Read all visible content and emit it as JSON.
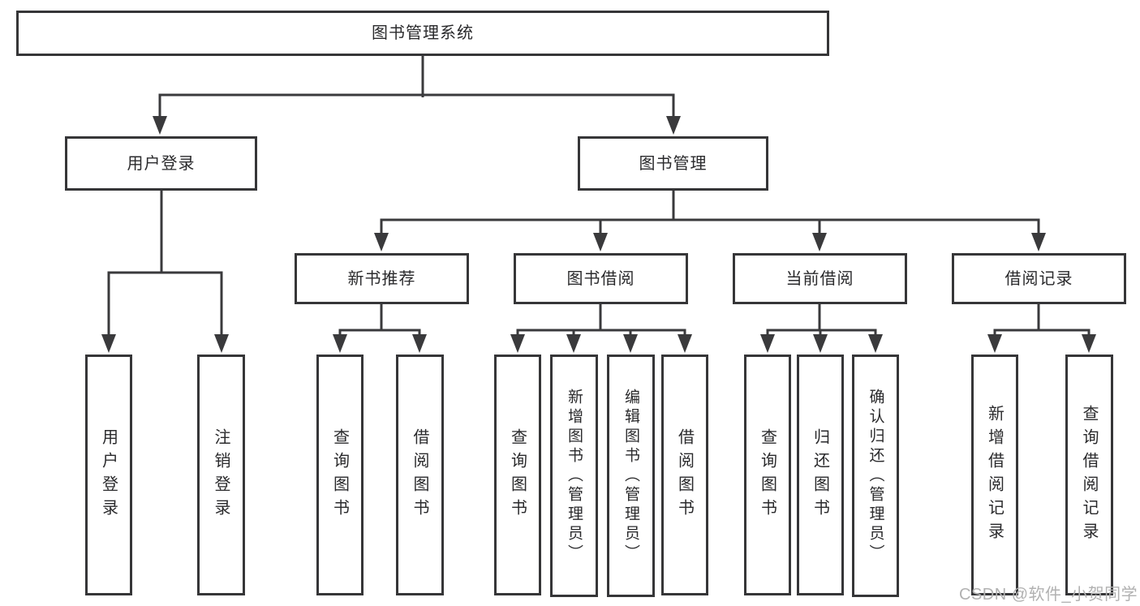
{
  "diagram": {
    "root": {
      "label": "图书管理系统"
    },
    "level2": [
      {
        "label": "用户登录"
      },
      {
        "label": "图书管理"
      }
    ],
    "level3": [
      {
        "label": "新书推荐"
      },
      {
        "label": "图书借阅"
      },
      {
        "label": "当前借阅"
      },
      {
        "label": "借阅记录"
      }
    ],
    "leaves": [
      {
        "label": "用户登录",
        "parent": "用户登录"
      },
      {
        "label": "注销登录",
        "parent": "用户登录"
      },
      {
        "label": "查询图书",
        "parent": "新书推荐"
      },
      {
        "label": "借阅图书",
        "parent": "新书推荐"
      },
      {
        "label": "查询图书",
        "parent": "图书借阅"
      },
      {
        "label": "新增图书（管理员）",
        "parent": "图书借阅"
      },
      {
        "label": "编辑图书（管理员）",
        "parent": "图书借阅"
      },
      {
        "label": "借阅图书",
        "parent": "图书借阅"
      },
      {
        "label": "查询图书",
        "parent": "当前借阅"
      },
      {
        "label": "归还图书",
        "parent": "当前借阅"
      },
      {
        "label": "确认归还（管理员）",
        "parent": "当前借阅"
      },
      {
        "label": "新增借阅记录",
        "parent": "借阅记录"
      },
      {
        "label": "查询借阅记录",
        "parent": "借阅记录"
      }
    ]
  },
  "watermark": {
    "text": "CSDN @软件_小贺同学"
  },
  "colors": {
    "line": "#3a3a3c",
    "box_border": "#363638",
    "text": "#2a2a2c",
    "watermark": "#b1b1b1"
  }
}
